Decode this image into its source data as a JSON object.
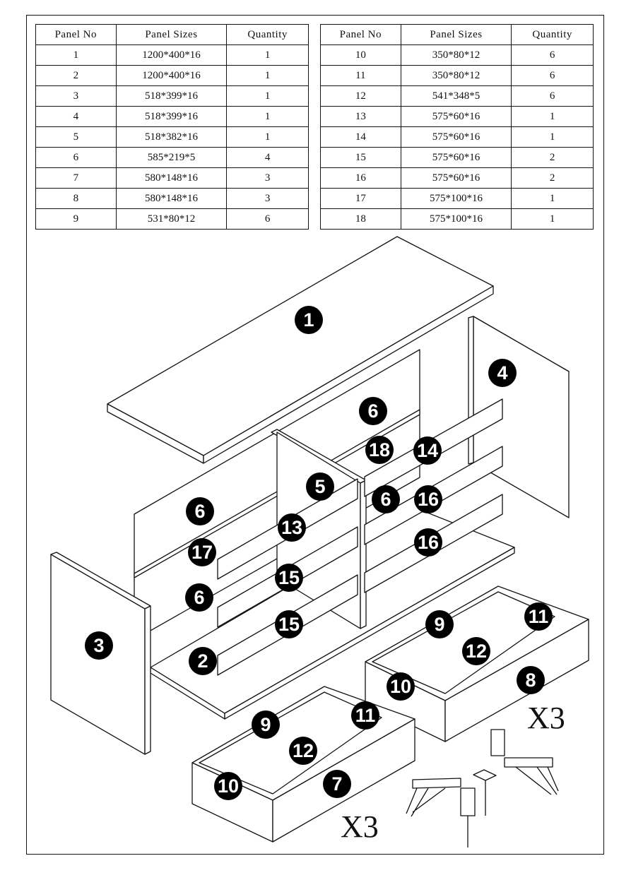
{
  "table_headers": [
    "Panel No",
    "Panel Sizes",
    "Quantity"
  ],
  "parts_left": [
    {
      "no": "1",
      "size": "1200*400*16",
      "qty": "1"
    },
    {
      "no": "2",
      "size": "1200*400*16",
      "qty": "1"
    },
    {
      "no": "3",
      "size": "518*399*16",
      "qty": "1"
    },
    {
      "no": "4",
      "size": "518*399*16",
      "qty": "1"
    },
    {
      "no": "5",
      "size": "518*382*16",
      "qty": "1"
    },
    {
      "no": "6",
      "size": "585*219*5",
      "qty": "4"
    },
    {
      "no": "7",
      "size": "580*148*16",
      "qty": "3"
    },
    {
      "no": "8",
      "size": "580*148*16",
      "qty": "3"
    },
    {
      "no": "9",
      "size": "531*80*12",
      "qty": "6"
    }
  ],
  "parts_right": [
    {
      "no": "10",
      "size": "350*80*12",
      "qty": "6"
    },
    {
      "no": "11",
      "size": "350*80*12",
      "qty": "6"
    },
    {
      "no": "12",
      "size": "541*348*5",
      "qty": "6"
    },
    {
      "no": "13",
      "size": "575*60*16",
      "qty": "1"
    },
    {
      "no": "14",
      "size": "575*60*16",
      "qty": "1"
    },
    {
      "no": "15",
      "size": "575*60*16",
      "qty": "2"
    },
    {
      "no": "16",
      "size": "575*60*16",
      "qty": "2"
    },
    {
      "no": "17",
      "size": "575*100*16",
      "qty": "1"
    },
    {
      "no": "18",
      "size": "575*100*16",
      "qty": "1"
    }
  ],
  "callouts": [
    "1",
    "4",
    "6",
    "18",
    "14",
    "5",
    "6",
    "16",
    "13",
    "6",
    "17",
    "16",
    "15",
    "6",
    "3",
    "15",
    "2",
    "9",
    "11",
    "12",
    "8",
    "10",
    "9",
    "11",
    "12",
    "7",
    "10"
  ],
  "drawer_quantity_labels": [
    "X3",
    "X3"
  ]
}
